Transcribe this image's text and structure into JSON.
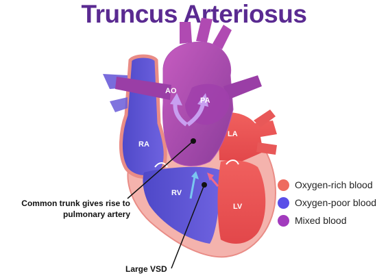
{
  "title": "Truncus Arteriosus",
  "chambers": {
    "ao": "AO",
    "pa": "PA",
    "ra": "RA",
    "la": "LA",
    "rv": "RV",
    "lv": "LV"
  },
  "callouts": {
    "common_trunk_line1": "Common trunk gives rise to",
    "common_trunk_line2": "pulmonary artery",
    "large_vsd": "Large VSD"
  },
  "legend": [
    {
      "label": "Oxygen-rich blood",
      "color": "#ee6b5f"
    },
    {
      "label": "Oxygen-poor blood",
      "color": "#5a4ee8"
    },
    {
      "label": "Mixed blood",
      "color": "#a23bbd"
    }
  ]
}
